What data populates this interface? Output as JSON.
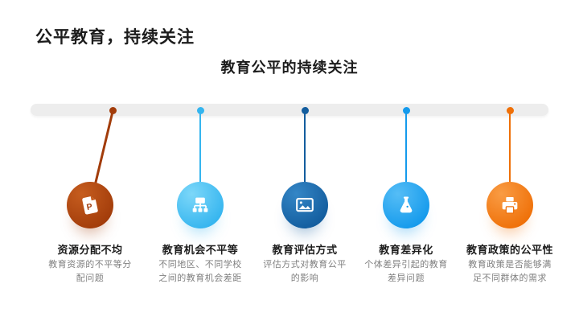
{
  "slide": {
    "title": "公平教育，持续关注",
    "subtitle": "教育公平的持续关注"
  },
  "theme": {
    "background": "#ffffff",
    "text_dark": "#1c1c1c",
    "text_gray": "#808080",
    "bar_color": "#ededed"
  },
  "timeline": {
    "items": [
      {
        "heading": "资源分配不均",
        "body": "教育资源的不平等分配问题",
        "color": "#a23c0a",
        "color_light": "#c65d1f",
        "icon": "document-p-icon"
      },
      {
        "heading": "教育机会不平等",
        "body": "不同地区、不同学校之间的教育机会差距",
        "color": "#35b5ef",
        "color_light": "#7cd7f9",
        "icon": "sitemap-icon"
      },
      {
        "heading": "教育评估方式",
        "body": "评估方式对教育公平的影响",
        "color": "#135d9e",
        "color_light": "#3486c6",
        "icon": "image-icon"
      },
      {
        "heading": "教育差异化",
        "body": "个体差异引起的教育差异问题",
        "color": "#149aec",
        "color_light": "#55bdf6",
        "icon": "flask-icon"
      },
      {
        "heading": "教育政策的公平性",
        "body": "教育政策是否能够满足不同群体的需求",
        "color": "#ef7008",
        "color_light": "#f99c44",
        "icon": "printer-icon"
      }
    ]
  }
}
